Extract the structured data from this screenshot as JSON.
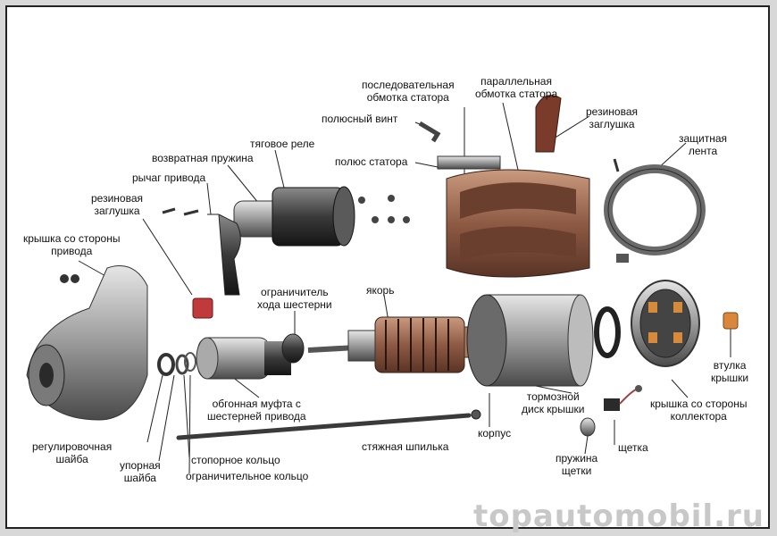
{
  "watermark": "topautomobil.ru",
  "labels": {
    "series_winding": [
      "последовательная",
      "обмотка статора"
    ],
    "parallel_winding": [
      "параллельная",
      "обмотка статора"
    ],
    "pole_screw": "полюсный винт",
    "rubber_plug_top": [
      "резиновая",
      "заглушка"
    ],
    "protective_band": [
      "защитная",
      "лента"
    ],
    "traction_relay": "тяговое реле",
    "return_spring": "возвратная пружина",
    "stator_pole": "полюс статора",
    "drive_lever": "рычаг привода",
    "rubber_plug_left": [
      "резиновая",
      "заглушка"
    ],
    "drive_side_cover": [
      "крышка со стороны",
      "привода"
    ],
    "gear_stop": [
      "ограничитель",
      "хода шестерни"
    ],
    "armature": "якорь",
    "bushing": [
      "втулка",
      "крышки"
    ],
    "overrunning_clutch": [
      "обгонная муфта с",
      "шестерней привода"
    ],
    "brake_disc": [
      "тормозной",
      "диск крышки"
    ],
    "collector_cover": [
      "крышка со стороны",
      "коллектора"
    ],
    "housing": "корпус",
    "tie_rod": "стяжная шпилька",
    "brush": "щетка",
    "adjusting_washer": [
      "регулировочная",
      "шайба"
    ],
    "thrust_washer": [
      "упорная",
      "шайба"
    ],
    "lock_ring": "стопорное кольцо",
    "limit_ring": "ограничительное кольцо",
    "brush_spring": [
      "пружина",
      "щетки"
    ]
  }
}
